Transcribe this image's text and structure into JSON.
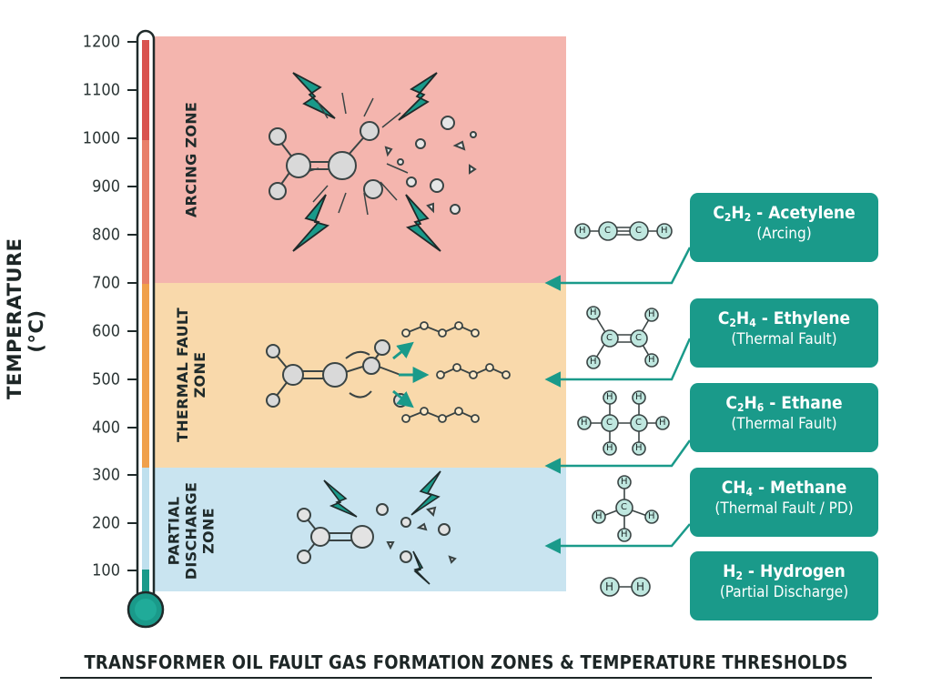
{
  "axis": {
    "label": "TEMPERATURE (°C)",
    "ticks": [
      "1200",
      "1100",
      "1000",
      "900",
      "800",
      "700",
      "600",
      "500",
      "400",
      "300",
      "200",
      "100"
    ]
  },
  "zones": [
    {
      "label_lines": [
        "ARCING ZONE"
      ],
      "color": "#f4b5ae"
    },
    {
      "label_lines": [
        "THERMAL FAULT",
        "ZONE"
      ],
      "color": "#f9d9ab"
    },
    {
      "label_lines": [
        "PARTIAL",
        "DISCHARGE",
        "ZONE"
      ],
      "color": "#c9e4f0"
    }
  ],
  "gases": [
    {
      "formula_main": "C",
      "sub1": "2",
      "mid": "H",
      "sub2": "2",
      "name": " - Acetylene",
      "note": "(Arcing)"
    },
    {
      "formula_main": "C",
      "sub1": "2",
      "mid": "H",
      "sub2": "4",
      "name": " - Ethylene",
      "note": "(Thermal Fault)"
    },
    {
      "formula_main": "C",
      "sub1": "2",
      "mid": "H",
      "sub2": "6",
      "name": " - Ethane",
      "note": "(Thermal Fault)"
    },
    {
      "formula_main": "CH",
      "sub1": "4",
      "mid": "",
      "sub2": "",
      "name": " - Methane",
      "note": "(Thermal Fault / PD)"
    },
    {
      "formula_main": "H",
      "sub1": "2",
      "mid": "",
      "sub2": "",
      "name": " - Hydrogen",
      "note": "(Partial Discharge)"
    }
  ],
  "atoms": {
    "h": "H",
    "c": "C"
  },
  "title": "TRANSFORMER OIL FAULT GAS FORMATION ZONES & TEMPERATURE THRESHOLDS",
  "colors": {
    "teal": "#1a9a8a",
    "arcing": "#f4b5ae",
    "thermal": "#f9d9ab",
    "pd": "#c9e4f0",
    "therm_red": "#d9534f",
    "therm_orange": "#f0a04b",
    "therm_blue": "#bfe0ee"
  }
}
